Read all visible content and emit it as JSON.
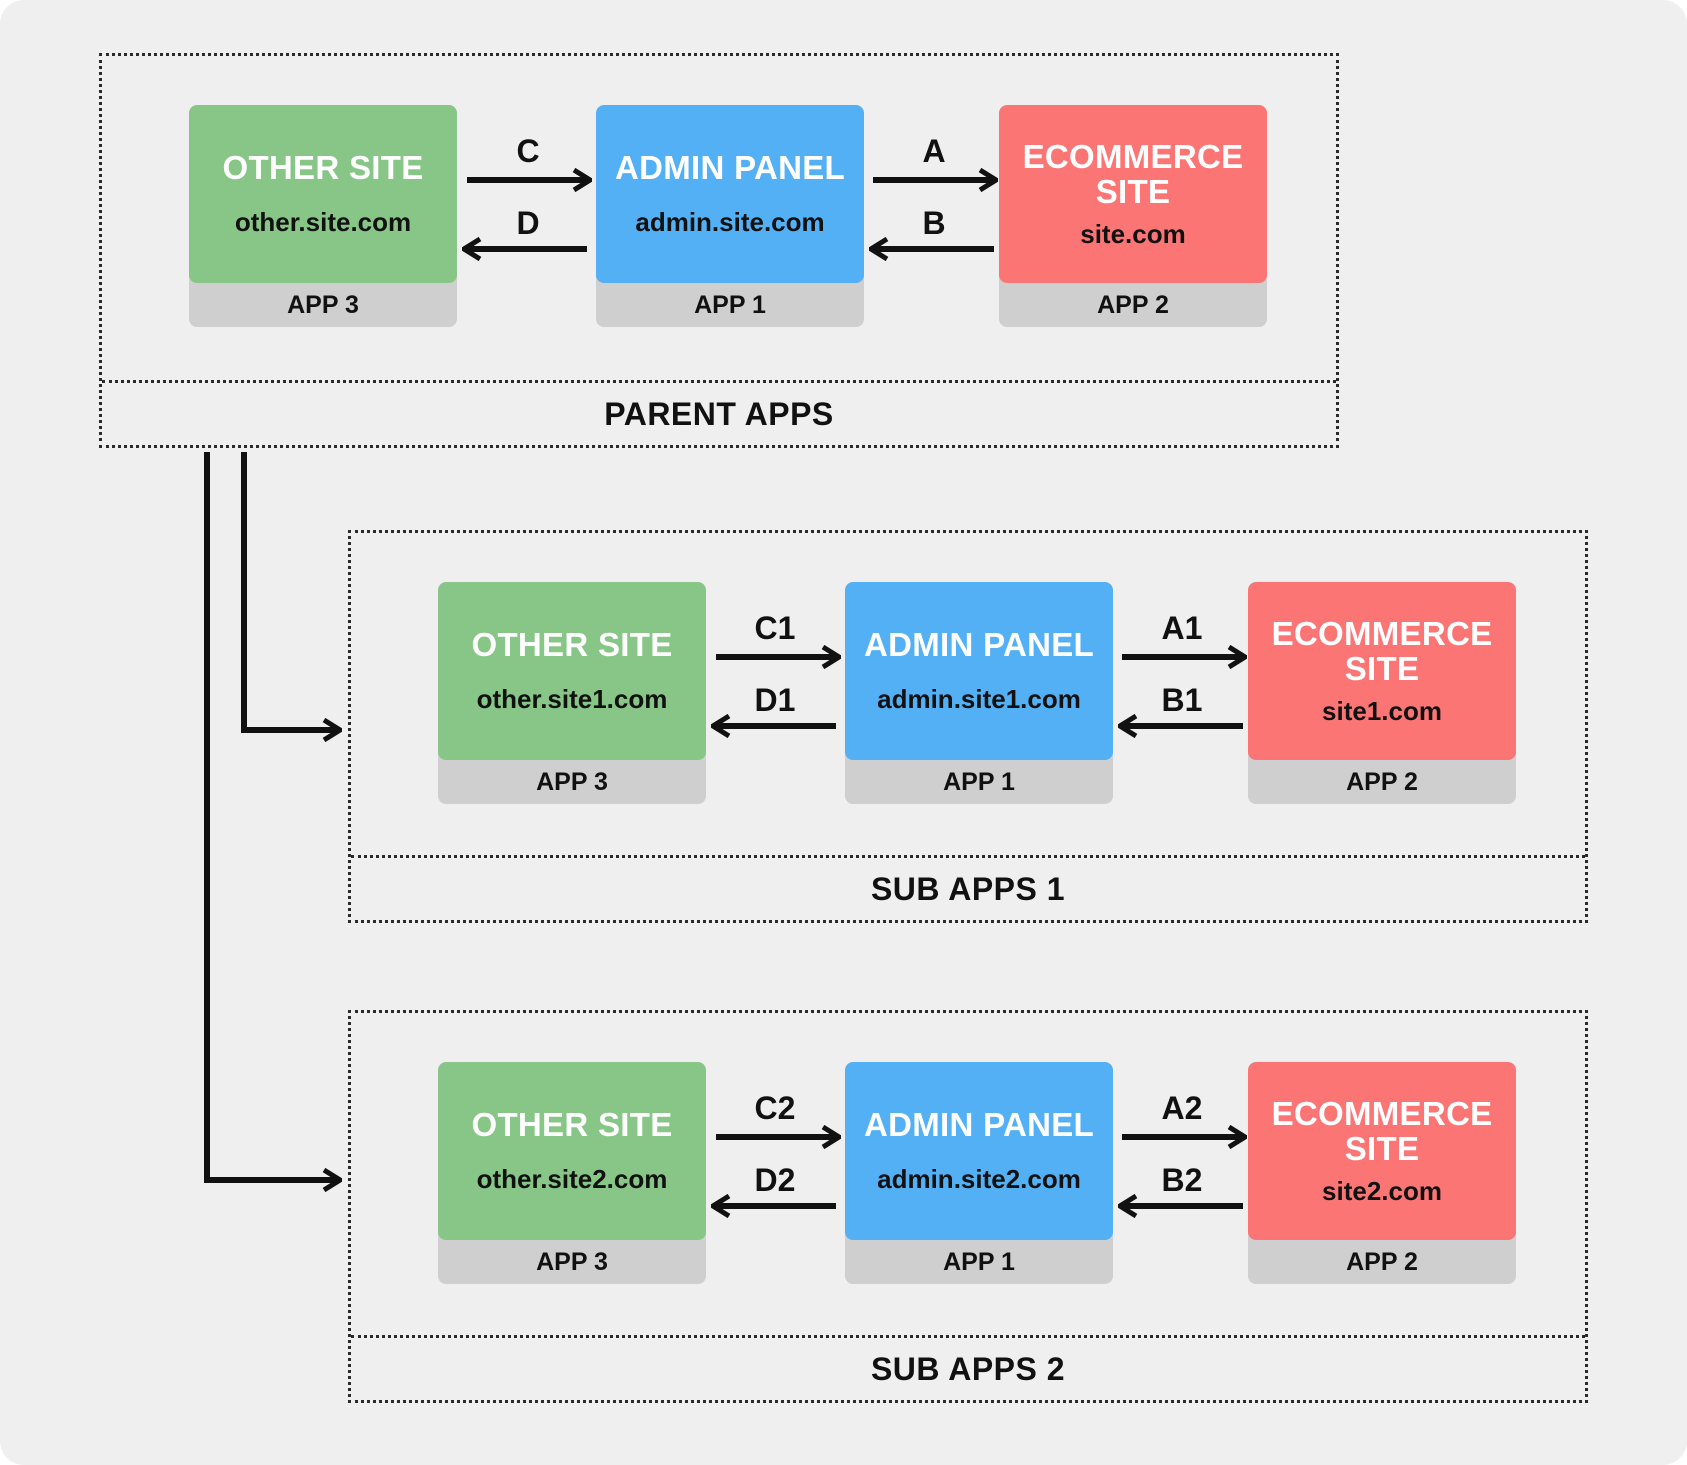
{
  "colors": {
    "background": "#efefef",
    "other_site": "#87c686",
    "admin_panel": "#54b0f5",
    "ecommerce_site": "#fb7575",
    "footer": "#cfcfcf",
    "line": "#111111"
  },
  "parent": {
    "label": "PARENT APPS",
    "apps": {
      "other": {
        "title": "OTHER SITE",
        "domain": "other.site.com",
        "app": "APP 3"
      },
      "admin": {
        "title": "ADMIN PANEL",
        "domain": "admin.site.com",
        "app": "APP 1"
      },
      "ecom": {
        "title": "ECOMMERCE SITE",
        "domain": "site.com",
        "app": "APP 2"
      }
    },
    "edges": {
      "c": "C",
      "d": "D",
      "a": "A",
      "b": "B"
    }
  },
  "sub1": {
    "label": "SUB APPS 1",
    "apps": {
      "other": {
        "title": "OTHER SITE",
        "domain": "other.site1.com",
        "app": "APP 3"
      },
      "admin": {
        "title": "ADMIN PANEL",
        "domain": "admin.site1.com",
        "app": "APP 1"
      },
      "ecom": {
        "title": "ECOMMERCE SITE",
        "domain": "site1.com",
        "app": "APP 2"
      }
    },
    "edges": {
      "c": "C1",
      "d": "D1",
      "a": "A1",
      "b": "B1"
    }
  },
  "sub2": {
    "label": "SUB APPS 2",
    "apps": {
      "other": {
        "title": "OTHER SITE",
        "domain": "other.site2.com",
        "app": "APP 3"
      },
      "admin": {
        "title": "ADMIN PANEL",
        "domain": "admin.site2.com",
        "app": "APP 1"
      },
      "ecom": {
        "title": "ECOMMERCE SITE",
        "domain": "site2.com",
        "app": "APP 2"
      }
    },
    "edges": {
      "c": "C2",
      "d": "D2",
      "a": "A2",
      "b": "B2"
    }
  }
}
